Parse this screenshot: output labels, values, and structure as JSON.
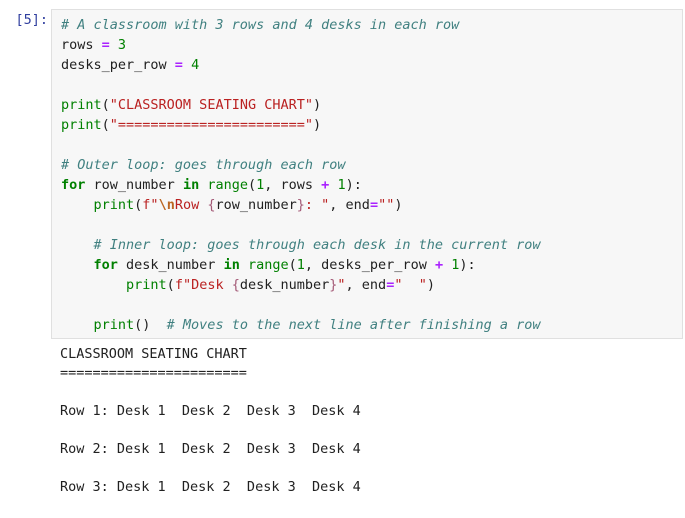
{
  "cell": {
    "prompt": "[5]:",
    "code_lines": [
      [
        [
          "cm",
          "# A classroom with 3 rows and 4 desks in each row"
        ]
      ],
      [
        [
          "",
          "rows "
        ],
        [
          "op",
          "="
        ],
        [
          "",
          " "
        ],
        [
          "nb",
          "3"
        ]
      ],
      [
        [
          "",
          "desks_per_row "
        ],
        [
          "op",
          "="
        ],
        [
          "",
          " "
        ],
        [
          "nb",
          "4"
        ]
      ],
      [],
      [
        [
          "bi",
          "print"
        ],
        [
          "",
          "("
        ],
        [
          "st",
          "\"CLASSROOM SEATING CHART\""
        ],
        [
          "",
          ")"
        ]
      ],
      [
        [
          "bi",
          "print"
        ],
        [
          "",
          "("
        ],
        [
          "st",
          "\"=======================\""
        ],
        [
          "",
          ")"
        ]
      ],
      [],
      [
        [
          "cm",
          "# Outer loop: goes through each row"
        ]
      ],
      [
        [
          "kw",
          "for"
        ],
        [
          "",
          " row_number "
        ],
        [
          "kw",
          "in"
        ],
        [
          "",
          " "
        ],
        [
          "bi",
          "range"
        ],
        [
          "",
          "("
        ],
        [
          "nb",
          "1"
        ],
        [
          "",
          ", rows "
        ],
        [
          "op",
          "+"
        ],
        [
          "",
          " "
        ],
        [
          "nb",
          "1"
        ],
        [
          "",
          "):"
        ]
      ],
      [
        [
          "",
          "    "
        ],
        [
          "bi",
          "print"
        ],
        [
          "",
          "("
        ],
        [
          "st",
          "f\""
        ],
        [
          "esc",
          "\\n"
        ],
        [
          "st",
          "Row "
        ],
        [
          "interp",
          "{"
        ],
        [
          "",
          "row_number"
        ],
        [
          "interp",
          "}"
        ],
        [
          "st",
          ": \""
        ],
        [
          "",
          ", end"
        ],
        [
          "op",
          "="
        ],
        [
          "st",
          "\"\""
        ],
        [
          "",
          ")"
        ]
      ],
      [],
      [
        [
          "",
          "    "
        ],
        [
          "cm",
          "# Inner loop: goes through each desk in the current row"
        ]
      ],
      [
        [
          "",
          "    "
        ],
        [
          "kw",
          "for"
        ],
        [
          "",
          " desk_number "
        ],
        [
          "kw",
          "in"
        ],
        [
          "",
          " "
        ],
        [
          "bi",
          "range"
        ],
        [
          "",
          "("
        ],
        [
          "nb",
          "1"
        ],
        [
          "",
          ", desks_per_row "
        ],
        [
          "op",
          "+"
        ],
        [
          "",
          " "
        ],
        [
          "nb",
          "1"
        ],
        [
          "",
          "):"
        ]
      ],
      [
        [
          "",
          "        "
        ],
        [
          "bi",
          "print"
        ],
        [
          "",
          "("
        ],
        [
          "st",
          "f\"Desk "
        ],
        [
          "interp",
          "{"
        ],
        [
          "",
          "desk_number"
        ],
        [
          "interp",
          "}"
        ],
        [
          "st",
          "\""
        ],
        [
          "",
          ", end"
        ],
        [
          "op",
          "="
        ],
        [
          "st",
          "\"  \""
        ],
        [
          "",
          ")"
        ]
      ],
      [],
      [
        [
          "",
          "    "
        ],
        [
          "bi",
          "print"
        ],
        [
          "",
          "()  "
        ],
        [
          "cm",
          "# Moves to the next line after finishing a row"
        ]
      ]
    ]
  },
  "output": {
    "lines": [
      "CLASSROOM SEATING CHART",
      "=======================",
      "",
      "Row 1: Desk 1  Desk 2  Desk 3  Desk 4",
      "",
      "Row 2: Desk 1  Desk 2  Desk 3  Desk 4",
      "",
      "Row 3: Desk 1  Desk 2  Desk 3  Desk 4"
    ]
  }
}
